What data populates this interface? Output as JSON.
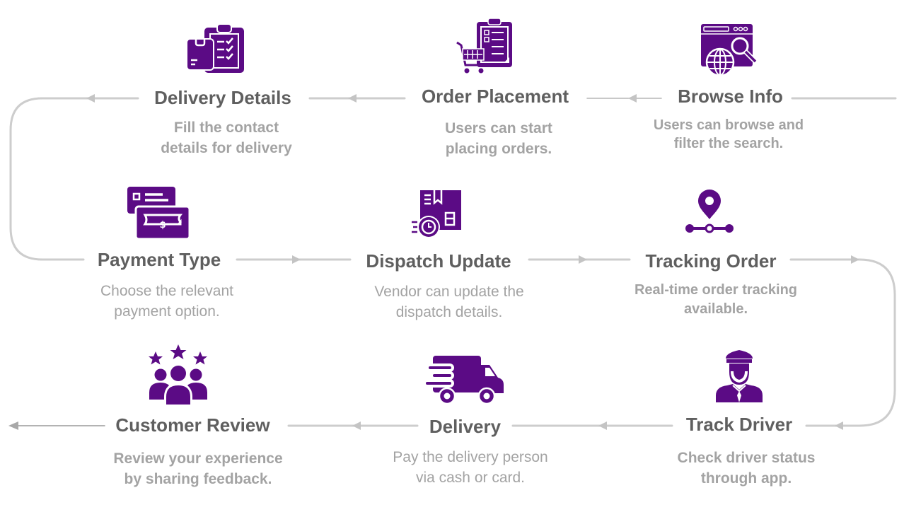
{
  "accent_color": "#5b0b85",
  "line_color": "#c8c8c8",
  "steps": [
    {
      "id": "browse-info",
      "title": "Browse Info",
      "desc_line1": "Users can browse and",
      "desc_line2": "filter the search.",
      "icon": "browser-globe-search-icon"
    },
    {
      "id": "order-placement",
      "title": "Order Placement",
      "desc_line1": "Users can start",
      "desc_line2": "placing orders.",
      "icon": "cart-clipboard-icon"
    },
    {
      "id": "delivery-details",
      "title": "Delivery Details",
      "desc_line1": "Fill the contact",
      "desc_line2": "details for delivery",
      "icon": "box-checklist-icon"
    },
    {
      "id": "payment-type",
      "title": "Payment Type",
      "desc_line1": "Choose the relevant",
      "desc_line2": "payment option.",
      "icon": "card-cash-icon"
    },
    {
      "id": "dispatch-update",
      "title": "Dispatch Update",
      "desc_line1": "Vendor can update the",
      "desc_line2": "dispatch details.",
      "icon": "package-clock-icon"
    },
    {
      "id": "tracking-order",
      "title": "Tracking Order",
      "desc_line1": "Real-time order tracking",
      "desc_line2": "available.",
      "icon": "location-pin-route-icon"
    },
    {
      "id": "track-driver",
      "title": "Track Driver",
      "desc_line1": "Check driver status",
      "desc_line2": "through app.",
      "icon": "driver-icon"
    },
    {
      "id": "delivery",
      "title": "Delivery",
      "desc_line1": "Pay the delivery person",
      "desc_line2": "via cash or card.",
      "icon": "delivery-truck-icon"
    },
    {
      "id": "customer-review",
      "title": "Customer Review",
      "desc_line1": "Review your experience",
      "desc_line2": "by sharing feedback.",
      "icon": "group-stars-icon"
    }
  ]
}
